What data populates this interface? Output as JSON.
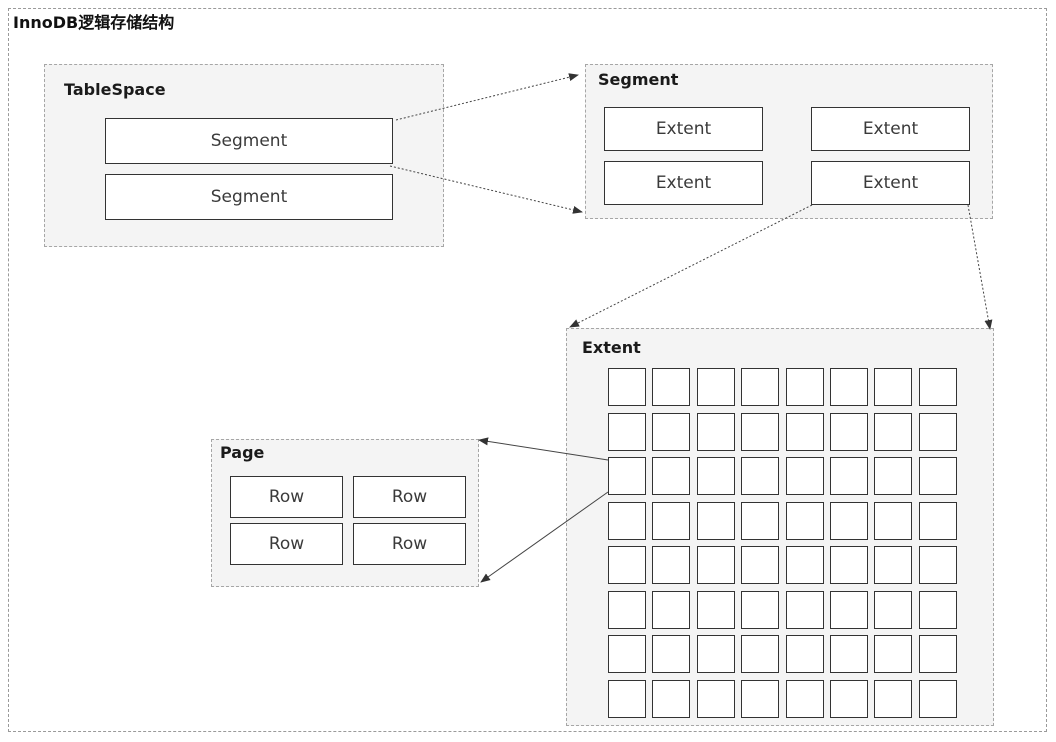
{
  "title": "InnoDB逻辑存储结构",
  "tablespace": {
    "label": "TableSpace",
    "segments": [
      "Segment",
      "Segment"
    ]
  },
  "segment": {
    "label": "Segment",
    "extents": [
      "Extent",
      "Extent",
      "Extent",
      "Extent"
    ]
  },
  "extent": {
    "label": "Extent",
    "grid_rows": 8,
    "grid_cols": 8
  },
  "page": {
    "label": "Page",
    "rows": [
      "Row",
      "Row",
      "Row",
      "Row"
    ]
  },
  "colors": {
    "group_fill": "#f4f4f4",
    "group_border": "#a6a6a6",
    "box_border": "#333333",
    "arrow": "#444444"
  }
}
